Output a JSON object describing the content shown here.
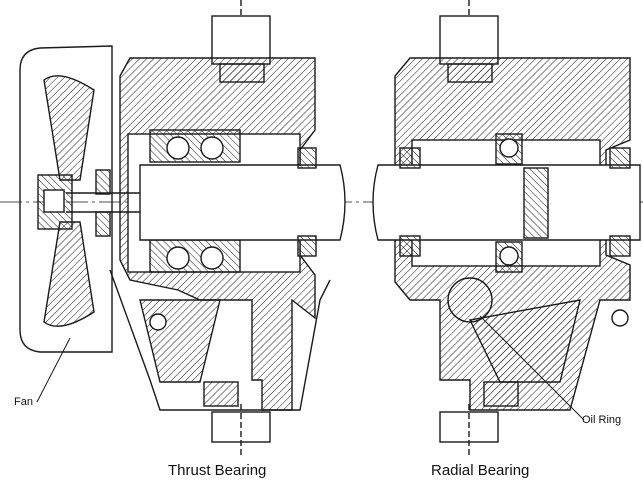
{
  "labels": {
    "fan": "Fan",
    "oil_ring": "Oil Ring",
    "thrust_caption": "Thrust Bearing",
    "radial_caption": "Radial Bearing"
  },
  "colors": {
    "ink": "#1a1a1a",
    "background": "#ffffff"
  }
}
